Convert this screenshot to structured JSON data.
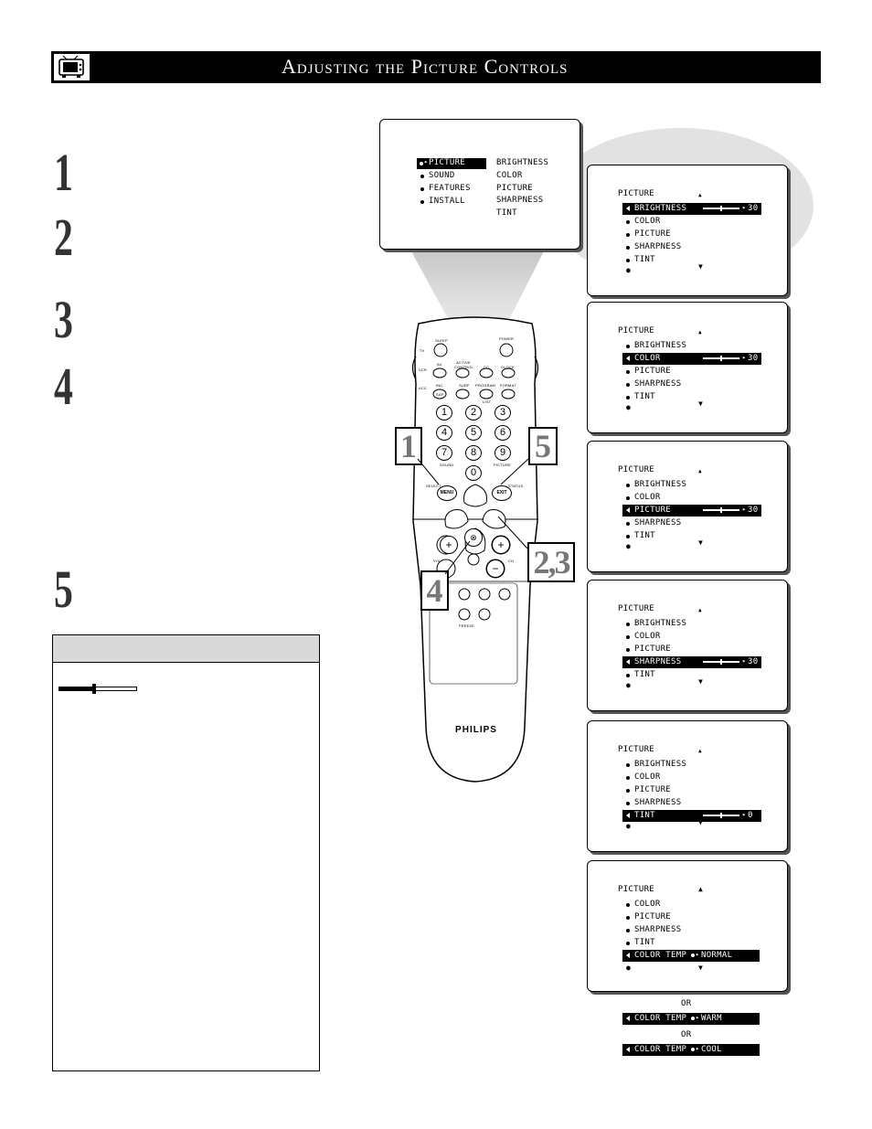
{
  "header": {
    "title": "Adjusting the Picture Controls"
  },
  "steps": [
    "1",
    "2",
    "3",
    "4",
    "5"
  ],
  "main_menu": {
    "left_items": [
      "PICTURE",
      "SOUND",
      "FEATURES",
      "INSTALL"
    ],
    "right_items": [
      "BRIGHTNESS",
      "COLOR",
      "PICTURE",
      "SHARPNESS",
      "TINT"
    ]
  },
  "screens": [
    {
      "title": "PICTURE",
      "items": [
        "BRIGHTNESS",
        "COLOR",
        "PICTURE",
        "SHARPNESS",
        "TINT"
      ],
      "value": "30",
      "level": 0.5
    },
    {
      "title": "PICTURE",
      "items": [
        "BRIGHTNESS",
        "COLOR",
        "PICTURE",
        "SHARPNESS",
        "TINT"
      ],
      "value": "30",
      "level": 0.5
    },
    {
      "title": "PICTURE",
      "items": [
        "BRIGHTNESS",
        "COLOR",
        "PICTURE",
        "SHARPNESS",
        "TINT"
      ],
      "value": "30",
      "level": 0.5
    },
    {
      "title": "PICTURE",
      "items": [
        "BRIGHTNESS",
        "COLOR",
        "PICTURE",
        "SHARPNESS",
        "TINT"
      ],
      "value": "30",
      "level": 0.5
    },
    {
      "title": "PICTURE",
      "items": [
        "BRIGHTNESS",
        "COLOR",
        "PICTURE",
        "SHARPNESS",
        "TINT"
      ],
      "value": "0",
      "level": 0.5
    },
    {
      "title": "PICTURE",
      "items": [
        "COLOR",
        "PICTURE",
        "SHARPNESS",
        "TINT",
        "COLOR TEMP"
      ],
      "value": "NORMAL"
    }
  ],
  "color_temp_options": {
    "or": "OR",
    "label": "COLOR TEMP",
    "warm": "WARM",
    "cool": "COOL"
  },
  "remote": {
    "brand": "PHILIPS",
    "labels": {
      "sleep": "SLEEP",
      "power": "POWER",
      "tv": "TV",
      "vcr": "VCR",
      "acc": "ACC",
      "av": "AV",
      "active_control": "ACTIVE CONTROL",
      "cc": "CC",
      "clock": "CLOCK",
      "inc_surf": "INC.",
      "surf": "SURF",
      "program_list": "PROGRAM",
      "list": "LIST",
      "format": "FORMAT",
      "sap": "SAP",
      "sound": "SOUND",
      "picture": "PICTURE",
      "select": "SELECT",
      "status": "STATUS",
      "menu": "MENU",
      "exit": "EXIT",
      "vol": "VOL",
      "ch": "CH",
      "freeze": "FREEZE"
    },
    "digits": [
      "1",
      "2",
      "3",
      "4",
      "5",
      "6",
      "7",
      "8",
      "9",
      "0"
    ],
    "callouts": [
      "1",
      "5",
      "2,3",
      "4"
    ]
  },
  "help_box": {
    "level": 0.5
  }
}
